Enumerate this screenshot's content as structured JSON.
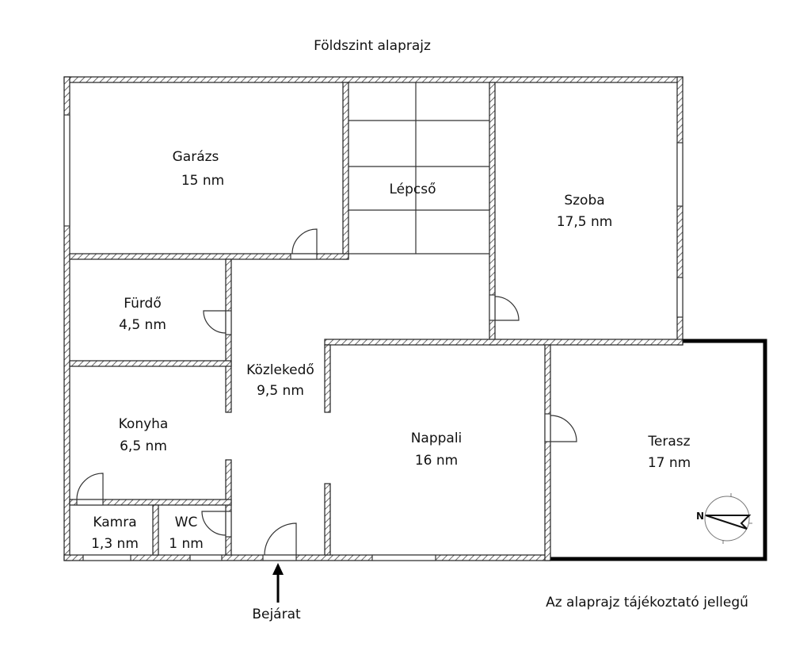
{
  "title": "Földszint alaprajz",
  "disclaimer": "Az alaprajz tájékoztató jellegű",
  "entrance": "Bejárat",
  "compass_letter": "N",
  "rooms": {
    "garazs": {
      "name": "Garázs",
      "area": "15 nm"
    },
    "lepcso": {
      "name": "Lépcső"
    },
    "szoba": {
      "name": "Szoba",
      "area": "17,5 nm"
    },
    "furdo": {
      "name": "Fürdő",
      "area": "4,5 nm"
    },
    "kozlekedo": {
      "name": "Közlekedő",
      "area": "9,5 nm"
    },
    "konyha": {
      "name": "Konyha",
      "area": "6,5 nm"
    },
    "nappali": {
      "name": "Nappali",
      "area": "16 nm"
    },
    "terasz": {
      "name": "Terasz",
      "area": "17 nm"
    },
    "kamra": {
      "name": "Kamra",
      "area": "1,3 nm"
    },
    "wc": {
      "name": "WC",
      "area": "1 nm"
    }
  }
}
